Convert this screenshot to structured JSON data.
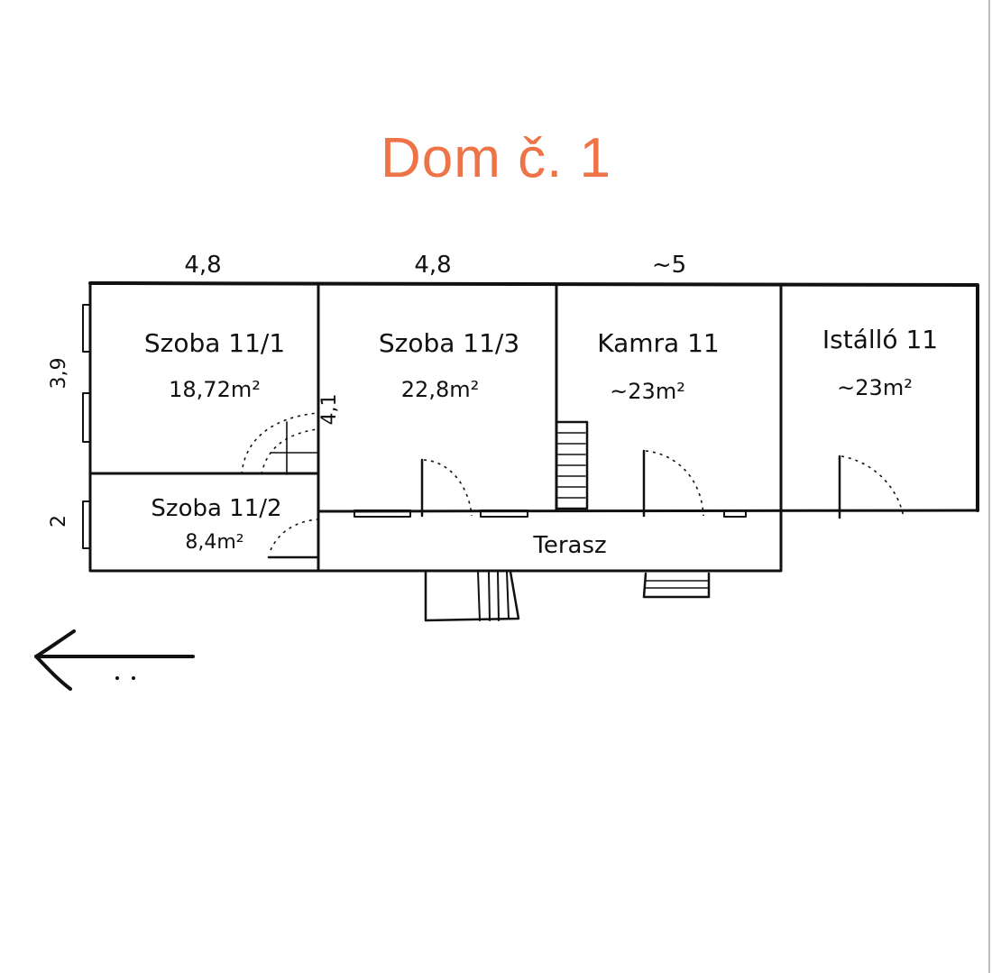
{
  "title": "Dom č. 1",
  "colors": {
    "title": "#ee7448",
    "ink": "#111111",
    "page": "#ffffff"
  },
  "dimensions": {
    "top": [
      "4,8",
      "4,8",
      "~5"
    ],
    "left": [
      "3,9",
      "2"
    ],
    "middle": "4,1"
  },
  "rooms": [
    {
      "name": "Szoba 11/1",
      "area": "18,72m²"
    },
    {
      "name": "Szoba 11/2",
      "area": "8,4m²"
    },
    {
      "name": "Szoba 11/3",
      "area": "22,8m²"
    },
    {
      "name": "Kamra 11",
      "area": "~23m²"
    },
    {
      "name": "Istálló 11",
      "area": "~23m²"
    }
  ],
  "terrace": {
    "label": "Terasz"
  },
  "icons": [
    "arrow-left-icon",
    "stairs-icon",
    "door-swing-icon",
    "window-icon"
  ]
}
